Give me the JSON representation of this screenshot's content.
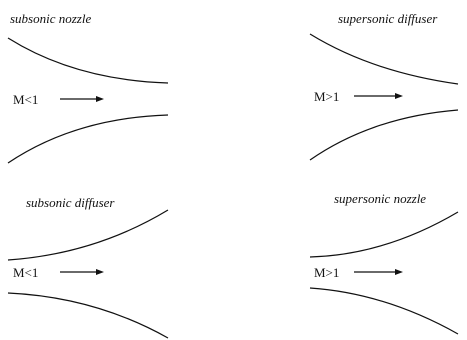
{
  "panels": [
    {
      "label": "subsonic nozzle",
      "mach": "M<1"
    },
    {
      "label": "supersonic diffuser",
      "mach": "M>1"
    },
    {
      "label": "subsonic diffuser",
      "mach": "M<1"
    },
    {
      "label": "supersonic nozzle",
      "mach": "M>1"
    }
  ]
}
